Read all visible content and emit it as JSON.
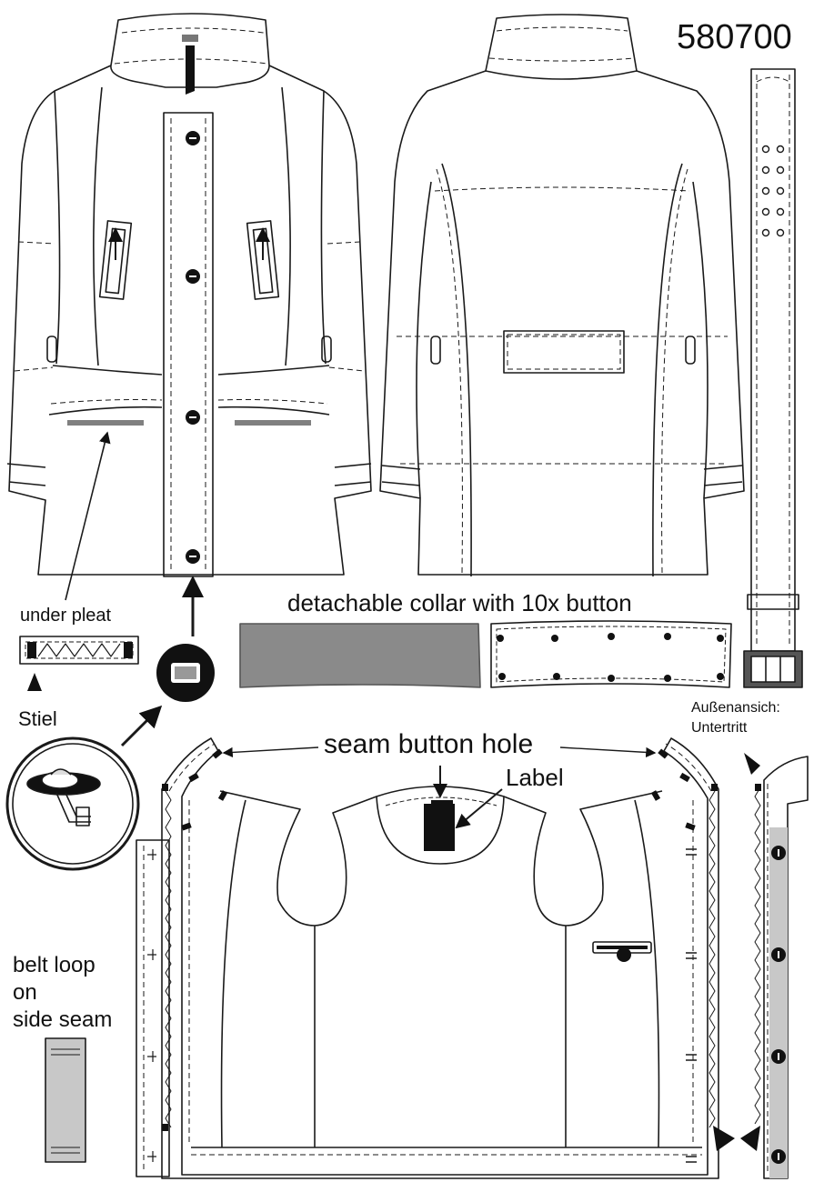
{
  "article_number": "580700",
  "labels": {
    "under_pleat": "under pleat",
    "stiel": "Stiel",
    "detachable_collar": "detachable collar with 10x button",
    "seam_button_hole": "seam button hole",
    "label": "Label",
    "outside_view_line1": "Außenansich:",
    "outside_view_line2": "Untertritt",
    "belt_loop_line1": "belt loop",
    "belt_loop_line2": "on",
    "belt_loop_line3": "side seam"
  },
  "colors": {
    "line": "#1a1a1a",
    "grey_fill": "#8a8a8a",
    "light_grey_fill": "#c8c8c8",
    "black": "#111111"
  }
}
